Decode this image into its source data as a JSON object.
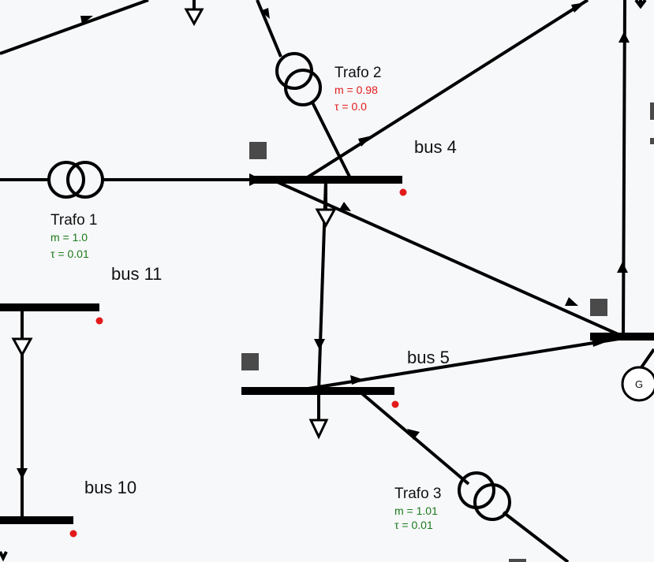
{
  "buses": {
    "bus4": "bus 4",
    "bus5": "bus 5",
    "bus10": "bus 10",
    "bus11": "bus 11"
  },
  "transformers": {
    "trafo1": {
      "name": "Trafo 1",
      "m": "m = 1.0",
      "tau": "τ = 0.01",
      "color": "#1a7a1a"
    },
    "trafo2": {
      "name": "Trafo 2",
      "m": "m = 0.98",
      "tau": "τ = 0.0",
      "color": "#e21a1a"
    },
    "trafo3": {
      "name": "Trafo 3",
      "m": "m = 1.01",
      "tau": "τ = 0.01",
      "color": "#1a7a1a"
    }
  },
  "generator": {
    "label": "G"
  },
  "colors": {
    "background": "#f7f8fa",
    "status_dot": "#e21a1a",
    "marker": "#4a4a4a"
  }
}
